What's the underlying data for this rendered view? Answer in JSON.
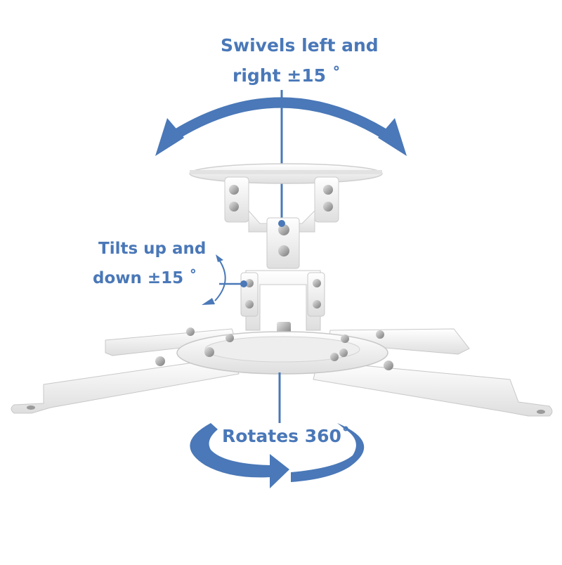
{
  "labels": {
    "swivel_line1": "Swivels left and",
    "swivel_line2": "right ±15 ˚",
    "tilt_line1": "Tilts up and",
    "tilt_line2": "down ±15 ˚",
    "rotate": "Rotates 360˚"
  },
  "colors": {
    "accent": "#4a78b8",
    "mount_white": "#f3f3f3",
    "mount_shadow": "#cfcfcf",
    "metal": "#9a9a9a",
    "background": "#ffffff"
  }
}
